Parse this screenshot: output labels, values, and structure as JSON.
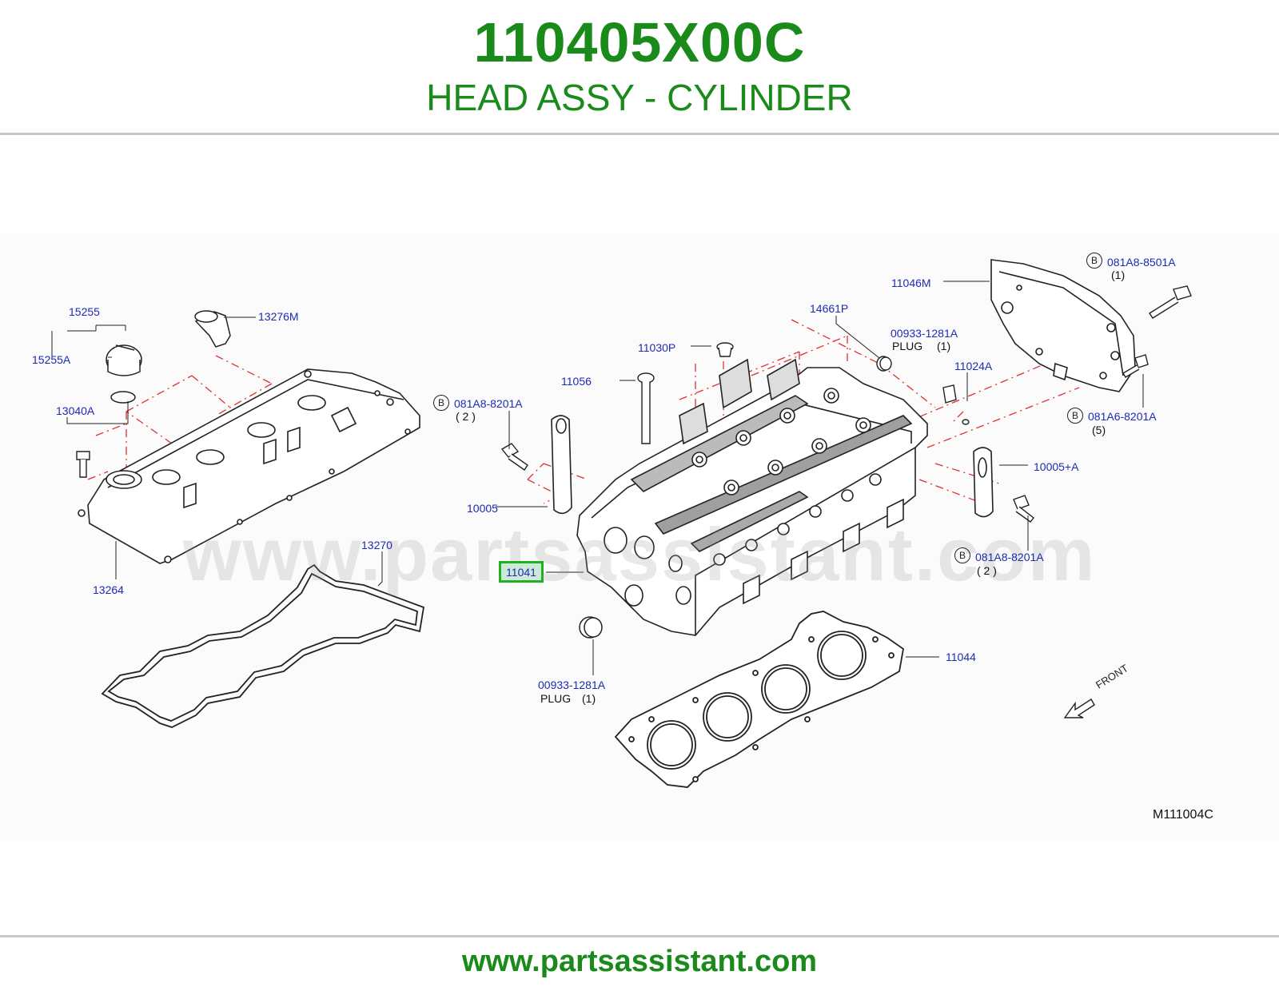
{
  "header": {
    "part_number": "110405X00C",
    "part_title": "HEAD ASSY - CYLINDER"
  },
  "diagram": {
    "watermark": "www.partsassistant.com",
    "diagram_code": "M111004C",
    "front_label": "FRONT",
    "bolt_marker": "B",
    "highlighted_part": "11041",
    "callouts": {
      "c15255": "15255",
      "c15255A": "15255A",
      "c13040A": "13040A",
      "c13276M": "13276M",
      "c13264": "13264",
      "c13270": "13270",
      "c081A8_8201A_left": "081A8-8201A",
      "c081A8_8201A_left_qty": "( 2 )",
      "c10005": "10005",
      "c11056": "11056",
      "c11030P": "11030P",
      "c14661P": "14661P",
      "c00933_1281A_top": "00933-1281A",
      "c00933_top_plug": "PLUG",
      "c00933_top_qty": "(1)",
      "c11024A": "11024A",
      "c11046M": "11046M",
      "c081A8_8501A": "081A8-8501A",
      "c081A8_8501A_qty": "(1)",
      "c081A6_8201A": "081A6-8201A",
      "c081A6_8201A_qty": "(5)",
      "c10005A": "10005+A",
      "c081A8_8201A_right": "081A8-8201A",
      "c081A8_8201A_right_qty": "( 2 )",
      "c00933_1281A_bottom": "00933-1281A",
      "c00933_bottom_plug": "PLUG",
      "c00933_bottom_qty": "(1)",
      "c11044": "11044"
    }
  },
  "footer": {
    "url": "www.partsassistant.com"
  },
  "colors": {
    "brand_green": "#1a8a1a",
    "callout_blue": "#1d2bb5",
    "highlight_border": "#1fb11f",
    "dash_red": "#e03030"
  }
}
